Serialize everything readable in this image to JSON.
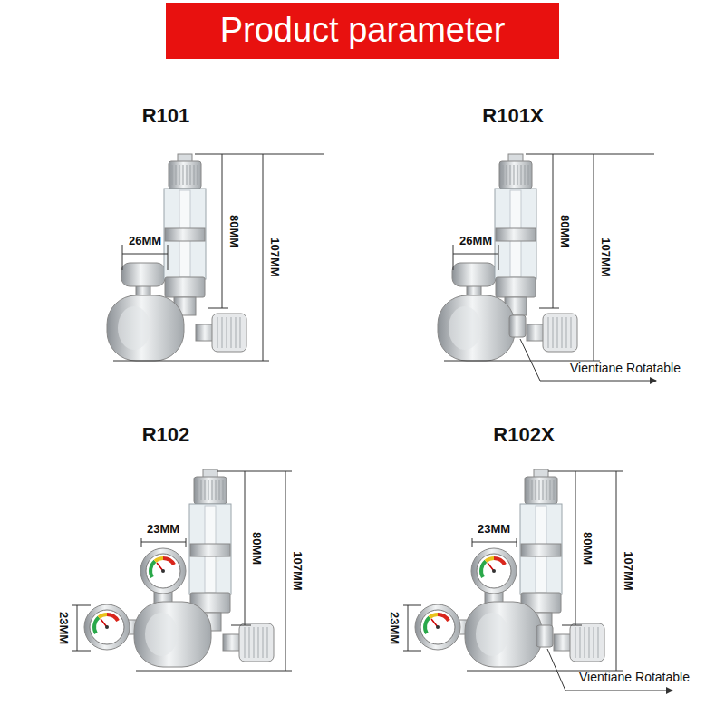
{
  "diagram": {
    "title": "Product parameter",
    "labels": [
      "R101",
      "26MM",
      "80MM",
      "107MM",
      "R101X",
      "26MM",
      "80MM",
      "107MM",
      "Vientiane Rotatable",
      "R102",
      "23MM",
      "80MM",
      "107MM",
      "23MM",
      "R102X",
      "23MM",
      "80MM",
      "107MM",
      "23MM",
      "Vientiane Rotatable"
    ]
  }
}
